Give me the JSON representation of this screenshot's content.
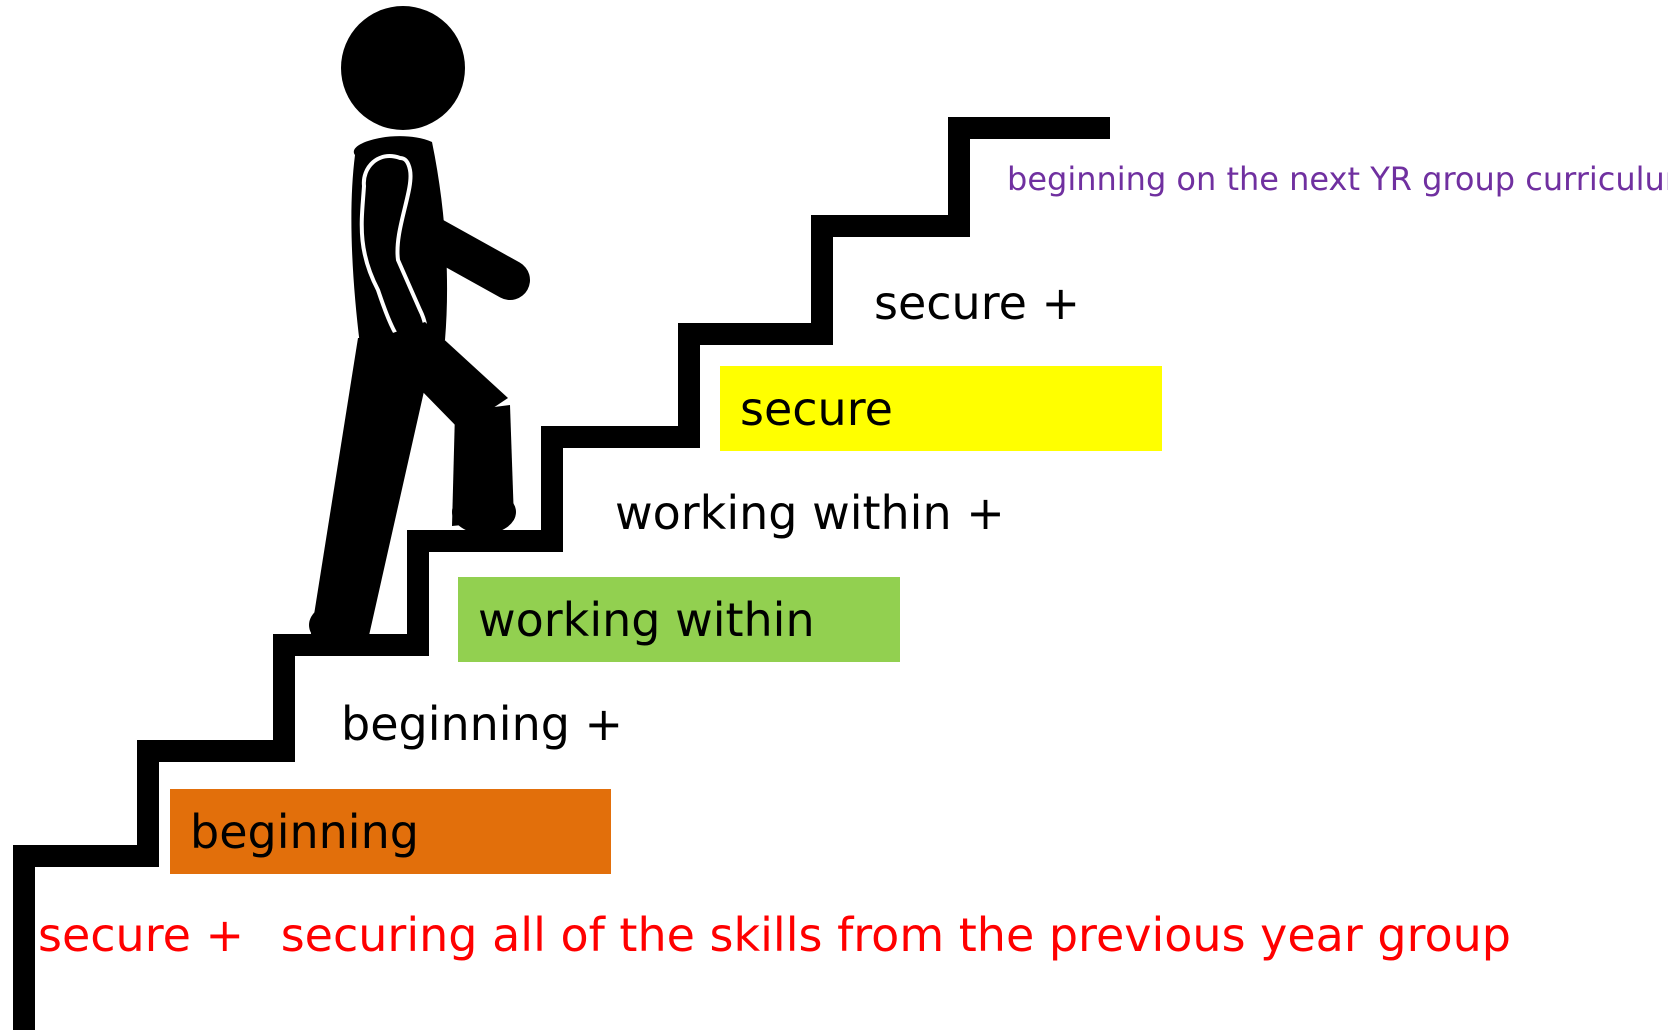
{
  "steps": {
    "beginning": {
      "label": "beginning",
      "color": "#e26f0b"
    },
    "beginning_plus": {
      "label": "beginning +"
    },
    "working_within": {
      "label": "working within",
      "color": "#92d050"
    },
    "working_within_plus": {
      "label": "working within +"
    },
    "secure": {
      "label": "secure",
      "color": "#ffff00"
    },
    "secure_plus": {
      "label": "secure +"
    },
    "top": {
      "label": "beginning on the next YR group curriculum"
    }
  },
  "footer": {
    "label": "secure +",
    "description": "securing all of the skills from the previous year group"
  },
  "colors": {
    "staircase": "#000000",
    "figure": "#000000",
    "text": "#000000",
    "footer_text": "#ff0000",
    "top_text": "#7030a0"
  }
}
